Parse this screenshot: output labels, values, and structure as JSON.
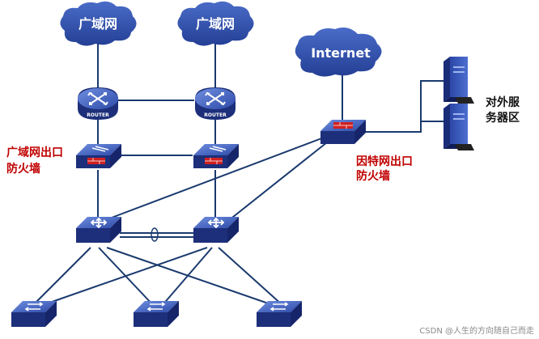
{
  "clouds": [
    {
      "id": "wan1",
      "label": "广域网"
    },
    {
      "id": "wan2",
      "label": "广域网"
    },
    {
      "id": "internet",
      "label": "Internet"
    }
  ],
  "routers": [
    {
      "id": "router1",
      "label": "ROUTER"
    },
    {
      "id": "router2",
      "label": "ROUTER"
    }
  ],
  "labels": {
    "wan_firewall_line1": "广域网出口",
    "wan_firewall_line2": "防火墙",
    "internet_firewall_line1": "因特网出口",
    "internet_firewall_line2": "防火墙",
    "dmz_line1": "对外服",
    "dmz_line2": "务器区"
  },
  "watermark": "CSDN @人生的方向随自己而走",
  "colors": {
    "device_top": "#3b5bb5",
    "device_side": "#1d2f7a",
    "cloud": "#2f4ea8",
    "link": "#1a3a6e",
    "red_label": "#c00000"
  }
}
